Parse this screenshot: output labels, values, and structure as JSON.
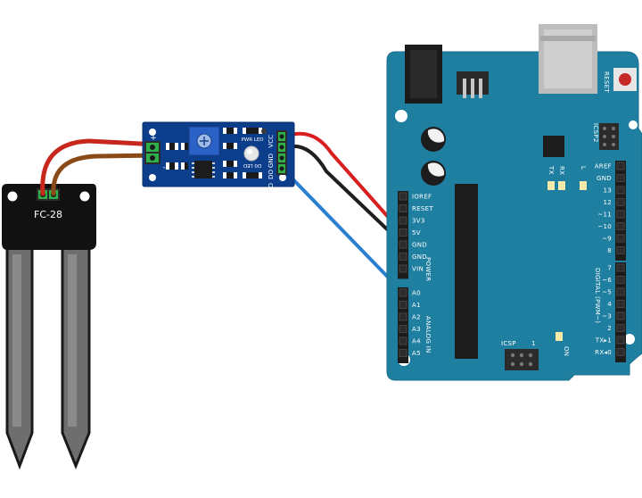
{
  "sensor": {
    "label": "FC-28"
  },
  "module": {
    "plus": "+",
    "minus": "-",
    "pwr_led_label": "PWR LED",
    "d0_led_label": "D0 LED",
    "pins": [
      "VCC",
      "GND",
      "DO",
      "AO"
    ]
  },
  "arduino": {
    "reset_label": "RESET",
    "icsp2_label": "ICSP2",
    "icsp_label": "ICSP",
    "tx_label": "TX",
    "rx_label": "RX",
    "l_label": "L",
    "on_label": "ON",
    "power_header": [
      "IOREF",
      "RESET",
      "3V3",
      "5V",
      "GND",
      "GND",
      "VIN"
    ],
    "power_title": "POWER",
    "analog_header": [
      "A0",
      "A1",
      "A2",
      "A3",
      "A4",
      "A5"
    ],
    "analog_title": "ANALOG IN",
    "digital_top": [
      "AREF",
      "GND",
      "13",
      "12",
      "~11",
      "~10",
      "~9",
      "8"
    ],
    "digital_bottom": [
      "7",
      "~6",
      "~5",
      "4",
      "~3",
      "2",
      "TX▸1",
      "RX◂0"
    ],
    "digital_title": "DIGITAL (PWM~)"
  },
  "wire_colors": {
    "vcc": "#d81e1e",
    "gnd": "#1e1e1e",
    "analog": "#2b7fd0",
    "probe_red": "#c8271d",
    "probe_brown": "#8a4a17"
  },
  "colors": {
    "board": "#1f7fa0",
    "module": "#0d3e8c",
    "probe": "#6d6d6d"
  }
}
